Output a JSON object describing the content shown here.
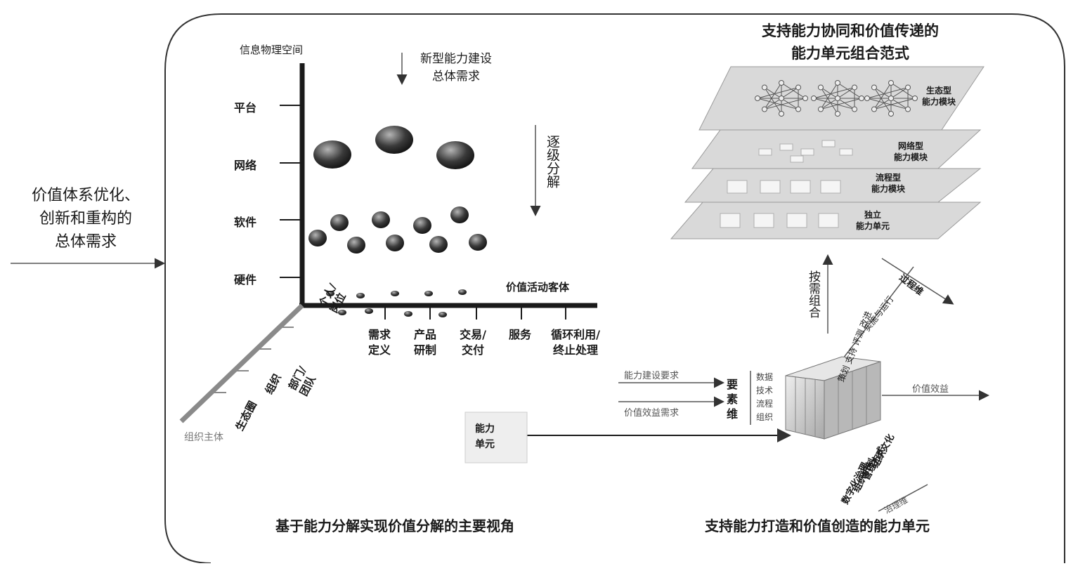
{
  "left_input": {
    "lines": [
      "价值体系优化、",
      "创新和重构的",
      "总体需求"
    ]
  },
  "axes": {
    "vertical_title": "信息物理空间",
    "vertical_ticks": [
      "平台",
      "网络",
      "软件",
      "硬件"
    ],
    "horizontal_title": "价值活动客体",
    "horizontal_ticks": [
      "需求\n定义",
      "产品\n研制",
      "交易/\n交付",
      "服务",
      "循环利用/\n终止处理"
    ],
    "depth_title": "组织主体",
    "depth_ticks": [
      "个人/\n岗位",
      "部门/\n团队",
      "组织",
      "生态圈"
    ]
  },
  "top_need": {
    "lines": [
      "新型能力建设",
      "总体需求"
    ]
  },
  "decompose": "逐级分解",
  "left_caption": "基于能力分解实现价值分解的主要视角",
  "paradigm": {
    "title_lines": [
      "支持能力协同和价值传递的",
      "能力单元组合范式"
    ],
    "layers": [
      {
        "lines": [
          "生态型",
          "能力模块"
        ]
      },
      {
        "lines": [
          "网络型",
          "能力模块"
        ]
      },
      {
        "lines": [
          "流程型",
          "能力模块"
        ]
      },
      {
        "lines": [
          "独立",
          "能力单元"
        ]
      }
    ]
  },
  "cube": {
    "process_dim": "过程维",
    "process_items": "策划 支持 评测 改进",
    "process_items2": "实施与运行",
    "on_demand": "按需组合",
    "element_dim": [
      "要",
      "素",
      "维"
    ],
    "element_items": [
      "数据",
      "技术",
      "流程",
      "组织"
    ],
    "input1": "能力建设要求",
    "input2": "价值效益需求",
    "output": "价值效益",
    "governance_dim": "治理维",
    "governance_items": [
      "组织文化",
      "管理方式",
      "组织机制",
      "数字化治理"
    ],
    "unit_lines": [
      "能力",
      "单元"
    ]
  },
  "right_caption": "支持能力打造和价值创造的能力单元",
  "colors": {
    "axis": "#1a1a1a",
    "ball_dark": "#1c1c1c",
    "ball_light": "#9a9a9a",
    "layer": "#d9d9d9",
    "border": "#333333"
  }
}
